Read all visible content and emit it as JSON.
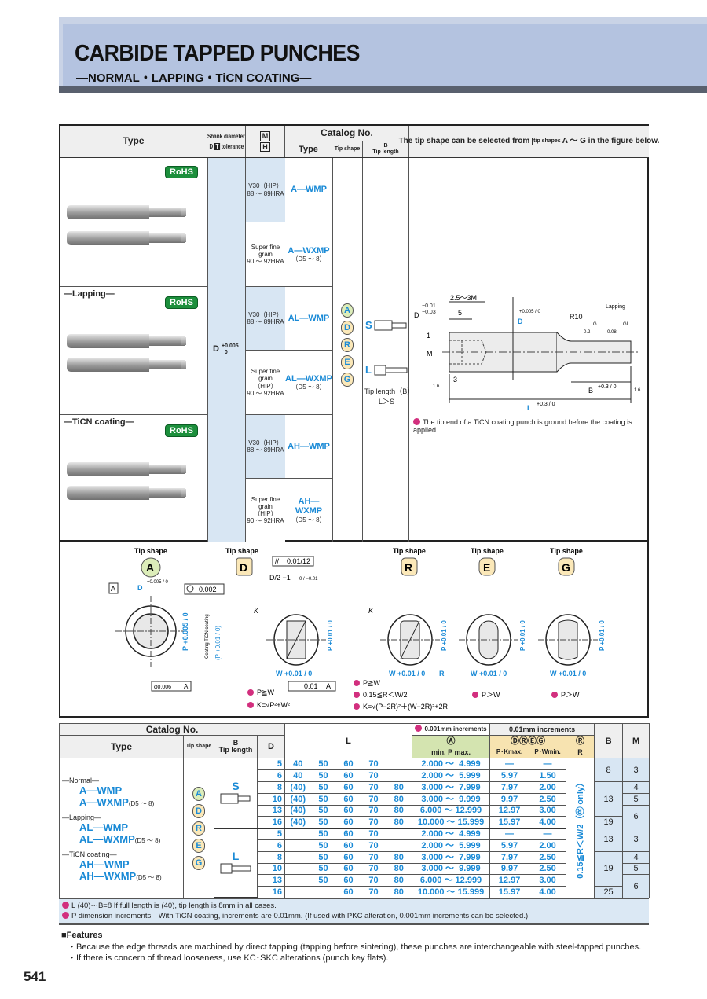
{
  "header": {
    "title": "CARBIDE TAPPED PUNCHES",
    "subtitle": "—NORMAL・LAPPING・TiCN COATING—"
  },
  "top_table": {
    "headers": {
      "type": "Type",
      "shank_l1": "Shank diameter",
      "shank_d": "D",
      "shank_t": "T",
      "shank_tol": "tolerance",
      "m": "M",
      "h": "H",
      "catalog": "Catalog No.",
      "cat_type": "Type",
      "tip_shape": "Tip shape",
      "tip_length_b": "B",
      "tip_length": "Tip length",
      "note_pre": "The tip shape can be selected from",
      "note_box": "tip shapes",
      "note_post": "A ～ G in the figure below."
    },
    "groups": [
      {
        "label": "",
        "rohs": "RoHS"
      },
      {
        "label": "—Lapping—",
        "rohs": "RoHS"
      },
      {
        "label": "—TiCN coating—",
        "rohs": "RoHS"
      }
    ],
    "shank": {
      "d": "D",
      "tol_plus": "+0.005",
      "tol_minus": "0"
    },
    "rows": [
      {
        "material": "V30（HIP）\n88 ～ 89HRA",
        "code": "A—WMP",
        "sub": ""
      },
      {
        "material": "Super fine\ngrain\n90 ～ 92HRA",
        "code": "A—WXMP",
        "sub": "（D5 ～ 8）"
      },
      {
        "material": "V30（HIP）\n88 ～ 89HRA",
        "code": "AL—WMP",
        "sub": ""
      },
      {
        "material": "Super fine\ngrain\n（HIP）\n90 ～ 92HRA",
        "code": "AL—WXMP",
        "sub": "（D5 ～ 8）"
      },
      {
        "material": "V30（HIP）\n88 ～ 89HRA",
        "code": "AH—WMP",
        "sub": ""
      },
      {
        "material": "Super fine\ngrain\n（HIP）\n90 ～ 92HRA",
        "code": "AH—WXMP",
        "sub": "（D5 ～ 8）"
      }
    ],
    "tip_shapes": [
      "A",
      "D",
      "R",
      "E",
      "G"
    ],
    "tip_lengths": {
      "s": "S",
      "l": "L",
      "note": "Tip length（B）\nL＞S"
    },
    "drawing": {
      "dim_thread": "2.5～3M",
      "d_tol": "D",
      "d_tol_vals": "−0.01\n−0.03",
      "five": "5",
      "one": "1",
      "m": "M",
      "three": "3",
      "r10": "R10",
      "lapping": "Lapping",
      "g": "G",
      "gl": "GL",
      "g02": "0.2",
      "g008": "0.08",
      "d_plus": "D",
      "d_plus_vals": "+0.005 / 0",
      "b": "B",
      "b_tol": "+0.3 / 0",
      "l": "L",
      "l_tol": "+0.3 / 0",
      "surf1": "1.6",
      "surf2": "1.6",
      "note": "The tip end of a TiCN coating punch is ground before the coating is applied."
    }
  },
  "tip_section": {
    "label": "Tip shape",
    "a": {
      "letter": "A",
      "datum": "A",
      "d": "D",
      "d_tol": "+0.005 / 0",
      "circ": "0.002",
      "p_tol": "P +0.005 / 0",
      "coating": "Coating\nTiCN coating",
      "coating_tol": "(P +0.01 / 0)",
      "conc": "φ0.006",
      "conc_ref": "A"
    },
    "d": {
      "letter": "D",
      "par": "//",
      "par_val": "0.01/12",
      "frac": "D/2 −1",
      "frac_tol": "0 / −0.01",
      "k": "K",
      "p": "P +0.01 / 0",
      "w": "W +0.01 / 0",
      "sym": "0.01",
      "sym_ref": "A",
      "n1": "P≧W",
      "n2": "K=√P²+W²"
    },
    "r": {
      "letter": "R",
      "k": "K",
      "p": "P +0.01 / 0",
      "w": "W +0.01 / 0",
      "r": "R",
      "n1": "P≧W",
      "n2": "0.15≦R＜W/2",
      "n3": "K=√(P−2R)²＋(W−2R)²+2R"
    },
    "e": {
      "letter": "E",
      "p": "P +0.01 / 0",
      "w": "W +0.01 / 0",
      "n1": "P＞W"
    },
    "g": {
      "letter": "G",
      "p": "P +0.01 / 0",
      "w": "W +0.01 / 0",
      "n1": "P＞W"
    }
  },
  "bottom_table": {
    "h_catalog": "Catalog No.",
    "h_type": "Type",
    "h_tip_shape": "Tip shape",
    "h_b": "B",
    "h_tip_length": "Tip length",
    "h_d": "D",
    "h_l": "L",
    "h_inc1": "0.001mm increments",
    "h_inc2": "0.01mm increments",
    "h_a": "Ⓐ",
    "h_pmax": "min. P max.",
    "h_dreg": "ⒹⓇⒺⒼ",
    "h_r": "Ⓡ",
    "h_pk": "P･Kmax.",
    "h_pw": "P･Wmin.",
    "h_rr": "R",
    "h_bb": "B",
    "h_m": "M",
    "types": [
      {
        "group": "—Normal—",
        "codes": [
          "A—WMP",
          "A—WXMP"
        ]
      },
      {
        "group": "—Lapping—",
        "codes": [
          "AL—WMP",
          "AL—WXMP"
        ]
      },
      {
        "group": "—TiCN coating—",
        "codes": [
          "AH—WMP",
          "AH—WXMP"
        ]
      }
    ],
    "wxmp_note": "(D5 ～ 8)",
    "tip_shapes": [
      "A",
      "D",
      "R",
      "E",
      "G"
    ],
    "r_text": "0.15≦R＜W/2（Ⓡ only）",
    "rows": [
      {
        "tl": "S",
        "d": "5",
        "l": [
          "40",
          "50",
          "60",
          "70",
          ""
        ],
        "p": "2.000 ～  4.999",
        "k": "—",
        "w": "—"
      },
      {
        "tl": "S",
        "d": "6",
        "l": [
          "40",
          "50",
          "60",
          "70",
          ""
        ],
        "p": "2.000 ～  5.999",
        "k": "5.97",
        "w": "1.50"
      },
      {
        "tl": "S",
        "d": "8",
        "l": [
          "(40)",
          "50",
          "60",
          "70",
          "80"
        ],
        "p": "3.000 ～  7.999",
        "k": "7.97",
        "w": "2.00"
      },
      {
        "tl": "S",
        "d": "10",
        "l": [
          "(40)",
          "50",
          "60",
          "70",
          "80"
        ],
        "p": "3.000 ～  9.999",
        "k": "9.97",
        "w": "2.50"
      },
      {
        "tl": "S",
        "d": "13",
        "l": [
          "(40)",
          "50",
          "60",
          "70",
          "80"
        ],
        "p": "6.000 ～ 12.999",
        "k": "12.97",
        "w": "3.00"
      },
      {
        "tl": "S",
        "d": "16",
        "l": [
          "(40)",
          "50",
          "60",
          "70",
          "80"
        ],
        "p": "10.000 ～ 15.999",
        "k": "15.97",
        "w": "4.00"
      },
      {
        "tl": "L",
        "d": "5",
        "l": [
          "",
          "50",
          "60",
          "70",
          ""
        ],
        "p": "2.000 ～  4.999",
        "k": "—",
        "w": "—"
      },
      {
        "tl": "L",
        "d": "6",
        "l": [
          "",
          "50",
          "60",
          "70",
          ""
        ],
        "p": "2.000 ～  5.999",
        "k": "5.97",
        "w": "2.00"
      },
      {
        "tl": "L",
        "d": "8",
        "l": [
          "",
          "50",
          "60",
          "70",
          "80"
        ],
        "p": "3.000 ～  7.999",
        "k": "7.97",
        "w": "2.50"
      },
      {
        "tl": "L",
        "d": "10",
        "l": [
          "",
          "50",
          "60",
          "70",
          "80"
        ],
        "p": "3.000 ～  9.999",
        "k": "9.97",
        "w": "2.50"
      },
      {
        "tl": "L",
        "d": "13",
        "l": [
          "",
          "50",
          "60",
          "70",
          "80"
        ],
        "p": "6.000 ～ 12.999",
        "k": "12.97",
        "w": "3.00"
      },
      {
        "tl": "L",
        "d": "16",
        "l": [
          "",
          "",
          "60",
          "70",
          "80"
        ],
        "p": "10.000 ～ 15.999",
        "k": "15.97",
        "w": "4.00"
      }
    ],
    "b_groups": [
      {
        "v": "8",
        "span": 2
      },
      {
        "v": "13",
        "span": 3
      },
      {
        "v": "19",
        "span": 1
      },
      {
        "v": "13",
        "span": 2
      },
      {
        "v": "19",
        "span": 3
      },
      {
        "v": "25",
        "span": 1
      }
    ],
    "m_groups": [
      {
        "v": "3",
        "span": 2
      },
      {
        "v": "4",
        "span": 1
      },
      {
        "v": "5",
        "span": 1
      },
      {
        "v": "6",
        "span": 2
      },
      {
        "v": "3",
        "span": 2
      },
      {
        "v": "4",
        "span": 1
      },
      {
        "v": "5",
        "span": 1
      },
      {
        "v": "6",
        "span": 2
      }
    ],
    "notes": [
      "L (40)···B=8 If full length is (40), tip length is 8mm in all cases.",
      "P dimension increments···With TiCN coating, increments are 0.01mm. (If used with PKC alteration, 0.001mm increments can be selected.)"
    ]
  },
  "features": {
    "title": "■Features",
    "items": [
      "・Because the edge threads are machined by direct tapping (tapping before sintering), these punches are interchangeable with steel-tapped punches.",
      "・If there is concern of thread looseness, use KC･SKC alterations (punch key flats)."
    ]
  },
  "page_number": "541"
}
